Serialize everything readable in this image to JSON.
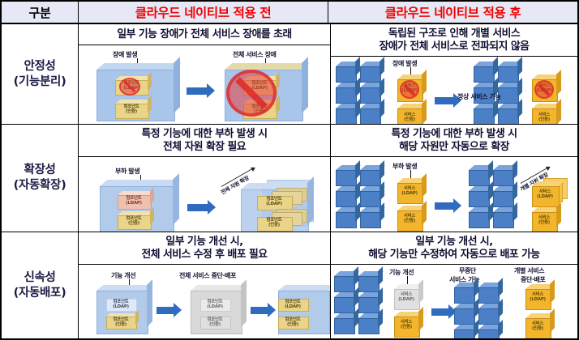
{
  "table": {
    "header": {
      "category_label": "구분",
      "before_label": "클라우드 네이티브 적용 전",
      "after_label": "클라우드 네이티브 적용 후"
    },
    "rows": [
      {
        "category_title": "안정성",
        "category_sub": "(기능분리)",
        "before": {
          "caption_line1": "일부 기능 장애가 전체 서비스 장애를 초래",
          "caption_line2": "",
          "annotations": {
            "fault": "장애 발생",
            "result": "전체 서비스 장애"
          },
          "cube_labels": {
            "ldap_line1": "컴포넌트",
            "ldap_line2": "(LDAP)",
            "auth_line1": "컴포넌트",
            "auth_line2": "(인증)"
          }
        },
        "after": {
          "caption_line1": "독립된 구조로 인해 개별 서비스",
          "caption_line2": "장애가 전체 서비스로 전파되지 않음",
          "annotations": {
            "fault": "장애 발생",
            "result": "정상 서비스 가능"
          },
          "cube_labels": {
            "ldap_line1": "서비스",
            "ldap_line2": "(LDAP)",
            "auth_line1": "서비스",
            "auth_line2": "(인증)"
          }
        }
      },
      {
        "category_title": "확장성",
        "category_sub": "(자동확장)",
        "before": {
          "caption_line1": "특정 기능에 대한 부하 발생 시",
          "caption_line2": "전체 자원 확장 필요",
          "annotations": {
            "load": "부하 발생",
            "scale": "전체 자원 확장"
          },
          "cube_labels": {
            "ldap_line1": "컴포넌트",
            "ldap_line2": "(LDAP)",
            "auth_line1": "컴포넌트",
            "auth_line2": "(인증)"
          }
        },
        "after": {
          "caption_line1": "특정 기능에 대한 부하 발생 시",
          "caption_line2": "해당 자원만 자동으로 확장",
          "annotations": {
            "load": "부하 발생",
            "scale": "개별 자원 확장"
          },
          "cube_labels": {
            "ldap_line1": "서비스",
            "ldap_line2": "(LDAP)",
            "auth_line1": "서비스",
            "auth_line2": "(인증)"
          }
        }
      },
      {
        "category_title": "신속성",
        "category_sub": "(자동배포)",
        "before": {
          "caption_line1": "일부 기능 개선 시,",
          "caption_line2": "전체 서비스 수정 후 배포 필요",
          "annotations": {
            "improve": "기능 개선",
            "deploy": "전체 서비스 중단·배포"
          },
          "cube_labels": {
            "ldap_line1": "컴포넌트",
            "ldap_line2": "(LDAP)",
            "auth_line1": "컴포넌트",
            "auth_line2": "(인증)"
          }
        },
        "after": {
          "caption_line1": "일부 기능 개선 시,",
          "caption_line2": "해당 기능만 수정하여 자동으로 배포 가능",
          "annotations": {
            "improve": "기능 개선",
            "nonstop_line1": "무중단",
            "nonstop_line2": "서비스 가능",
            "deploy_line1": "개별 서비스",
            "deploy_line2": "중단·배포"
          },
          "cube_labels": {
            "ldap_line1": "서비스",
            "ldap_line2": "(LDAP)",
            "auth_line1": "서비스",
            "auth_line2": "(인증)"
          }
        }
      }
    ]
  },
  "colors": {
    "header_bg": "#e6e9f5",
    "header_red": "#ee0000",
    "monolith_blue": "#a8c4e8",
    "monolith_gray": "#d8d8d8",
    "component_yellow": "#e8d27a",
    "service_orange": "#f0b428",
    "micro_cube_blue": "#3d72bd",
    "arrow_blue": "#2f6cbf",
    "fault_red": "#e03c3c",
    "text_navy": "#0d0d30"
  }
}
